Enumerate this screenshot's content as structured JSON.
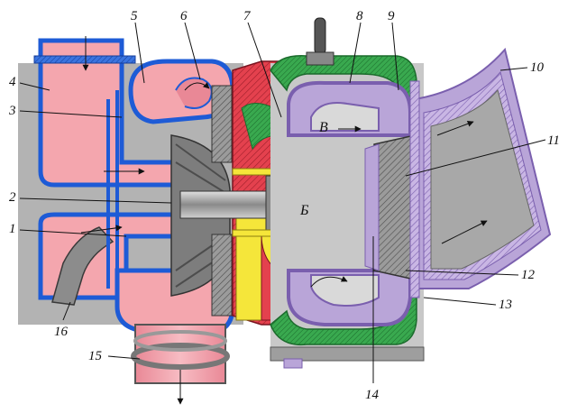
{
  "labels": {
    "n1": "1",
    "n2": "2",
    "n3": "3",
    "n4": "4",
    "n5": "5",
    "n6": "6",
    "n7": "7",
    "n8": "8",
    "n9": "9",
    "n10": "10",
    "n11": "11",
    "n12": "12",
    "n13": "13",
    "n14": "14",
    "n15": "15",
    "n16": "16"
  },
  "zones": {
    "b": "Б",
    "v": "В"
  },
  "colors": {
    "air": "#f4a6ae",
    "air_dark": "#e37f8c",
    "casing_blue": "#1e5bd6",
    "gas_violet": "#b9a5d8",
    "gas_violet_dark": "#8a6fb8",
    "oil_green": "#2ea04a",
    "bearing_yellow": "#f5e63a",
    "hot_red": "#e4414e",
    "metal_gray": "#a7a7a7",
    "metal_dark": "#6b6b6b"
  }
}
